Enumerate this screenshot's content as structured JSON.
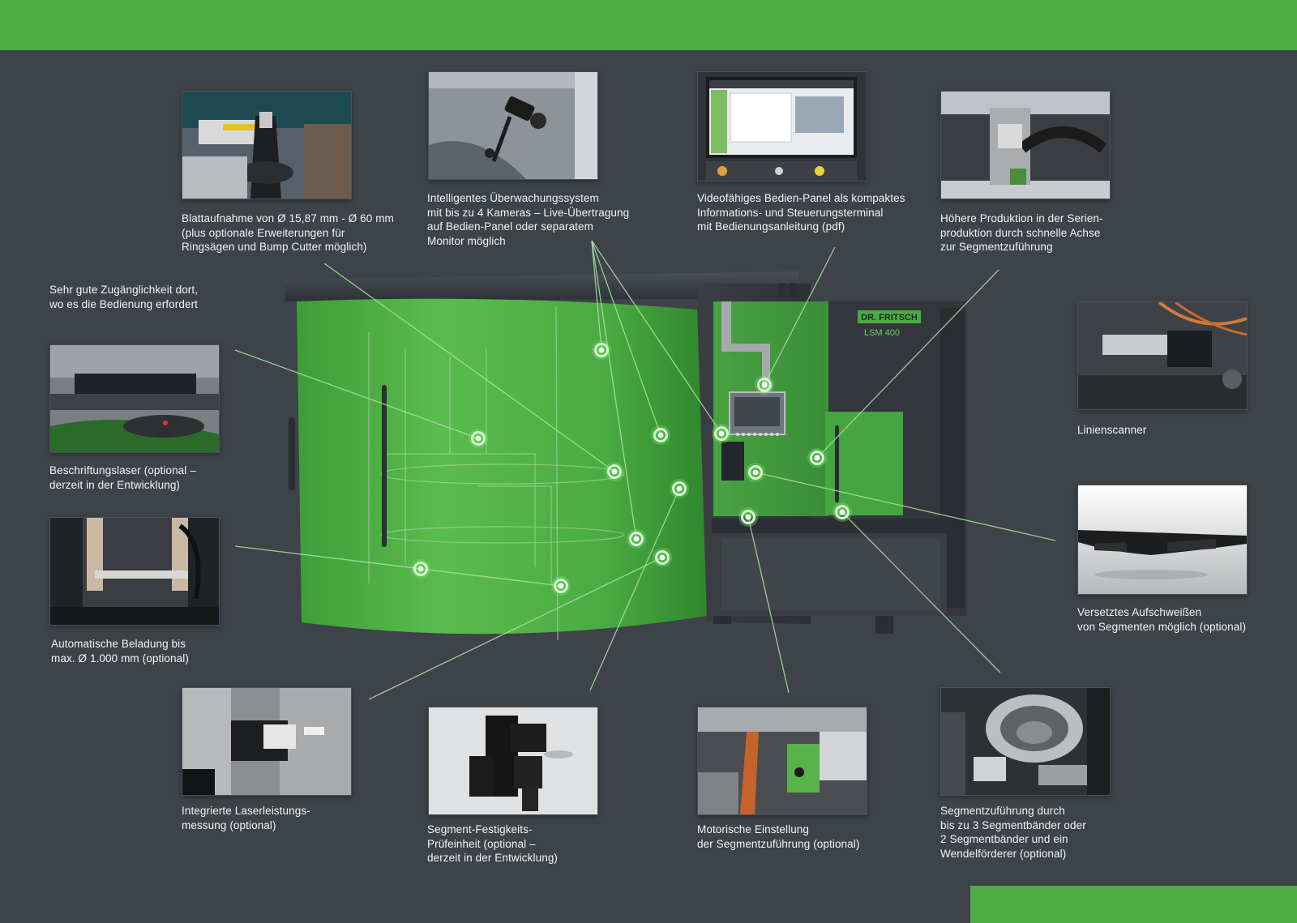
{
  "colors": {
    "background": "#3d4348",
    "accent": "#4cab45",
    "text": "#f2f4f2",
    "callout_line": "#a9e3a2"
  },
  "brand": {
    "logo": "DR. FRITSCH",
    "model": "LSM 400"
  },
  "captions": {
    "blade_mount": "Blattaufnahme von Ø 15,87 mm - Ø 60 mm\n(plus optionale Erweiterungen für\nRingsägen und Bump Cutter möglich)",
    "monitoring": "Intelligentes Überwachungssystem\nmit bis zu 4 Kameras – Live-Übertragung\nauf Bedien-Panel oder separatem\nMonitor möglich",
    "control_panel": "Videofähiges Bedien-Panel als kompaktes\nInformations- und Steuerungsterminal\nmit Bedienungsanleitung (pdf)",
    "series_production": "Höhere Produktion in der Serien-\nproduktion durch schnelle Achse\nzur Segmentzuführung",
    "accessibility": "Sehr gute Zugänglichkeit dort,\nwo es die Bedienung erfordert",
    "marking_laser": "Beschriftungslaser (optional –\nderzeit in der Entwicklung)",
    "auto_loading": "Automatische Beladung bis\nmax.  Ø 1.000 mm (optional)",
    "laser_power": "Integrierte Laserleistungs-\nmessung (optional)",
    "strength_test": "Segment-Festigkeits-\nPrüfeinheit (optional –\nderzeit in der Entwicklung)",
    "motor_adjust": "Motorische Einstellung\nder Segmentzuführung (optional)",
    "segment_feed": "Segmentzuführung durch\nbis zu 3 Segmentbänder oder\n2 Segmentbänder und ein\nWendelförderer (optional)",
    "line_scanner": "Linienscanner",
    "offset_welding": "Versetztes Aufschweißen\nvon Segmenten möglich (optional)"
  }
}
